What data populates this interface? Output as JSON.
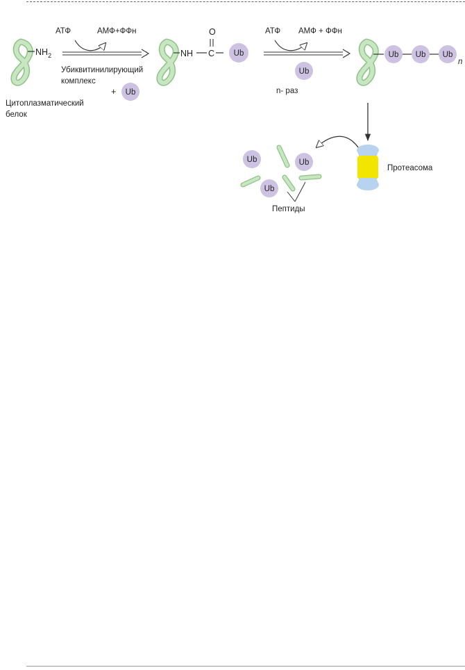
{
  "reaction_1": {
    "cofactor_in": "АТФ",
    "cofactor_out": "АМФ+ФФн",
    "enzyme_line1": "Убиквитинилирующий",
    "enzyme_line2": "комплекс",
    "plus": "+"
  },
  "reaction_2": {
    "cofactor_in": "АТФ",
    "cofactor_out": "АМФ + ФФн",
    "repeat": "n- раз"
  },
  "substrate": {
    "group": "NH",
    "subscript": "2",
    "label_line1": "Цитоплазматический",
    "label_line2": "белок"
  },
  "conjugate": {
    "nh": "NH",
    "c": "C",
    "o": "O"
  },
  "ubiquitin": {
    "label": "Ub"
  },
  "polyubiquitin": {
    "suffix": "n"
  },
  "proteasome": {
    "label": "Протеасома"
  },
  "peptides": {
    "label": "Пептиды"
  },
  "colors": {
    "protein_fill": "#c7e6c1",
    "protein_stroke": "#8cc384",
    "ubiquitin": "#cdc2e2",
    "proteasome_core": "#f2e600",
    "proteasome_caps": "#b7d3ef"
  }
}
